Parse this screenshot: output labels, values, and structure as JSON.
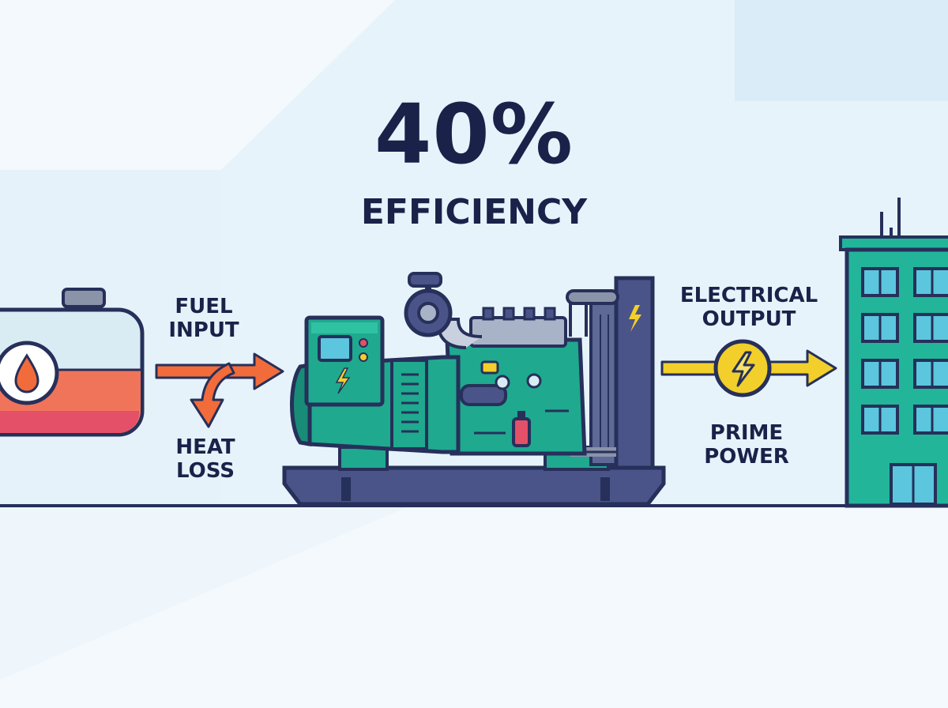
{
  "headline": {
    "value": "40%",
    "label": "EFFICIENCY"
  },
  "flows": {
    "fuel_input": [
      "FUEL",
      "INPUT"
    ],
    "heat_loss": [
      "HEAT",
      "LOSS"
    ],
    "electrical_output": [
      "ELECTRICAL",
      "OUTPUT"
    ],
    "prime_power": [
      "PRIME",
      "POWER"
    ]
  },
  "icons": {
    "tank": "fuel-tank-icon",
    "drop": "fuel-drop-icon",
    "generator": "diesel-generator-icon",
    "bolt": "lightning-bolt-icon",
    "building": "office-building-icon"
  },
  "colors": {
    "outline": "#26305a",
    "fuel_arrow": "#f26b3a",
    "power_arrow": "#f2cf2a",
    "generator": "#1fa98f",
    "building": "#22b59a",
    "background": "#eaf5fb"
  }
}
